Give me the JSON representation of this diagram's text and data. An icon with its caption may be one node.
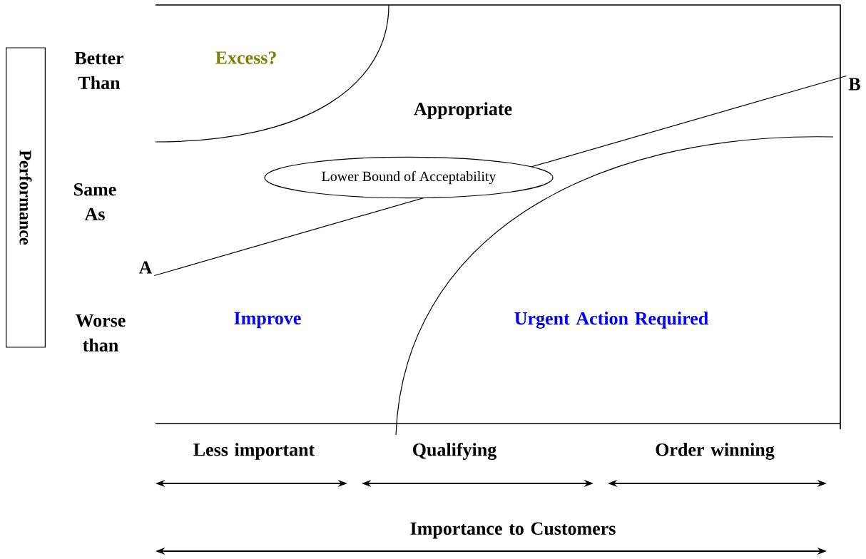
{
  "diagram": {
    "nodes": [
      {
        "text": [
          "Performance"
        ]
      },
      {
        "text": [
          "A"
        ]
      },
      {
        "text": [
          "B"
        ]
      }
    ],
    "edges": [
      {
        "from": 1,
        "to": 2,
        "arrow": "none",
        "label": "Lower Bound of Acceptability"
      }
    ],
    "labels": [
      "Better Than",
      "Excess?",
      "Appropriate",
      "Same As",
      "Worse than",
      "Improve",
      "Urgent Action Required",
      "Less important",
      "Qualifying",
      "Order winning",
      "Importance to Customers"
    ]
  }
}
